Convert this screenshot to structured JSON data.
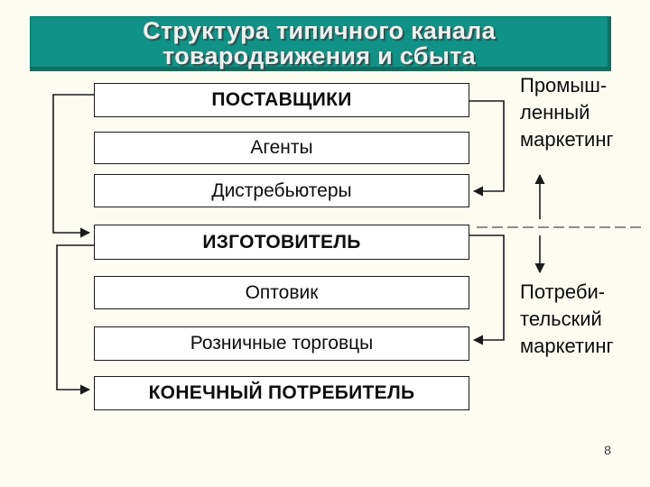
{
  "slide": {
    "title_line1": "Структура типичного канала",
    "title_line2": "товародвижения и сбыта",
    "page_number": "8",
    "colors": {
      "slide_bg": "#fdfcf3",
      "banner_fill": "#119286",
      "banner_edge": "#0b7165",
      "title_text": "#ecf2f0",
      "title_shadow": "#3a4b4c",
      "line_color": "#1a1a1a"
    }
  },
  "boxes": [
    {
      "label": "ПОСТАВЩИКИ",
      "emphasis": "bold"
    },
    {
      "label": "Агенты",
      "emphasis": "normal"
    },
    {
      "label": "Дистребьютеры",
      "emphasis": "normal"
    },
    {
      "label": "ИЗГОТОВИТЕЛЬ",
      "emphasis": "bold"
    },
    {
      "label": "Оптовик",
      "emphasis": "normal"
    },
    {
      "label": "Розничные торговцы",
      "emphasis": "normal"
    },
    {
      "label": "КОНЕЧНЫЙ ПОТРЕБИТЕЛЬ",
      "emphasis": "bold"
    }
  ],
  "side_labels": {
    "industrial": "Промыш-\nленный\nмаркетинг",
    "consumer": "Потреби-\nтельский\nмаркетинг"
  }
}
